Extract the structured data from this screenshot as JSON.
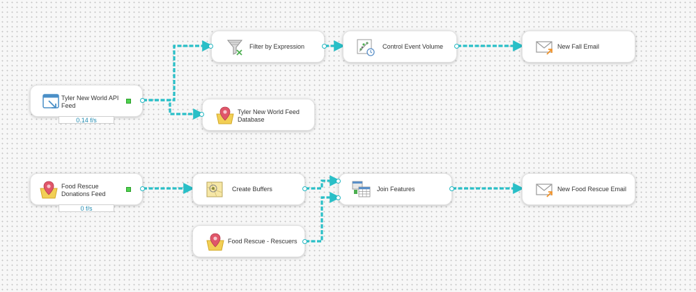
{
  "nodes": {
    "tyler_feed": {
      "label": "Tyler New World API Feed",
      "rate": "0.14 f/s",
      "icon": "feed-window-icon"
    },
    "filter": {
      "label": "Filter by Expression",
      "icon": "funnel-filter-icon"
    },
    "control_volume": {
      "label": "Control Event Volume",
      "icon": "event-chart-icon"
    },
    "new_fall_email": {
      "label": "New Fall Email",
      "icon": "envelope-icon"
    },
    "tyler_db": {
      "label": "Tyler New World Feed Database",
      "icon": "map-pin-icon"
    },
    "food_feed": {
      "label": "Food Rescue Donations Feed",
      "rate": "0 f/s",
      "icon": "map-pin-icon"
    },
    "create_buffers": {
      "label": "Create Buffers",
      "icon": "buffer-map-icon"
    },
    "rescuers": {
      "label": "Food Rescue - Rescuers",
      "icon": "map-pin-icon"
    },
    "join": {
      "label": "Join Features",
      "icon": "join-table-icon"
    },
    "new_food_email": {
      "label": "New Food Rescue Email",
      "icon": "envelope-icon"
    }
  },
  "colors": {
    "link": "#29bfc7",
    "status": "#4fd24f",
    "rate_text": "#1f8ab0"
  }
}
